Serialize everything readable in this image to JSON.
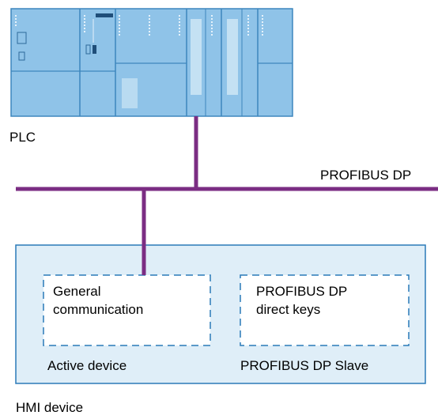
{
  "colors": {
    "bus": "#7b2d83",
    "plc_fill": "#8fc3e8",
    "plc_stroke": "#3d86bd",
    "hmi_fill": "#dfeef8",
    "hmi_stroke": "#2a7ab8",
    "dash": "#2a7ab8"
  },
  "plc": {
    "label": "PLC"
  },
  "bus": {
    "label": "PROFIBUS DP"
  },
  "hmi": {
    "label": "HMI device",
    "left_box": {
      "text": "General\ncommunication",
      "caption": "Active device"
    },
    "right_box": {
      "text": "PROFIBUS DP\ndirect keys",
      "caption": "PROFIBUS DP Slave"
    }
  }
}
